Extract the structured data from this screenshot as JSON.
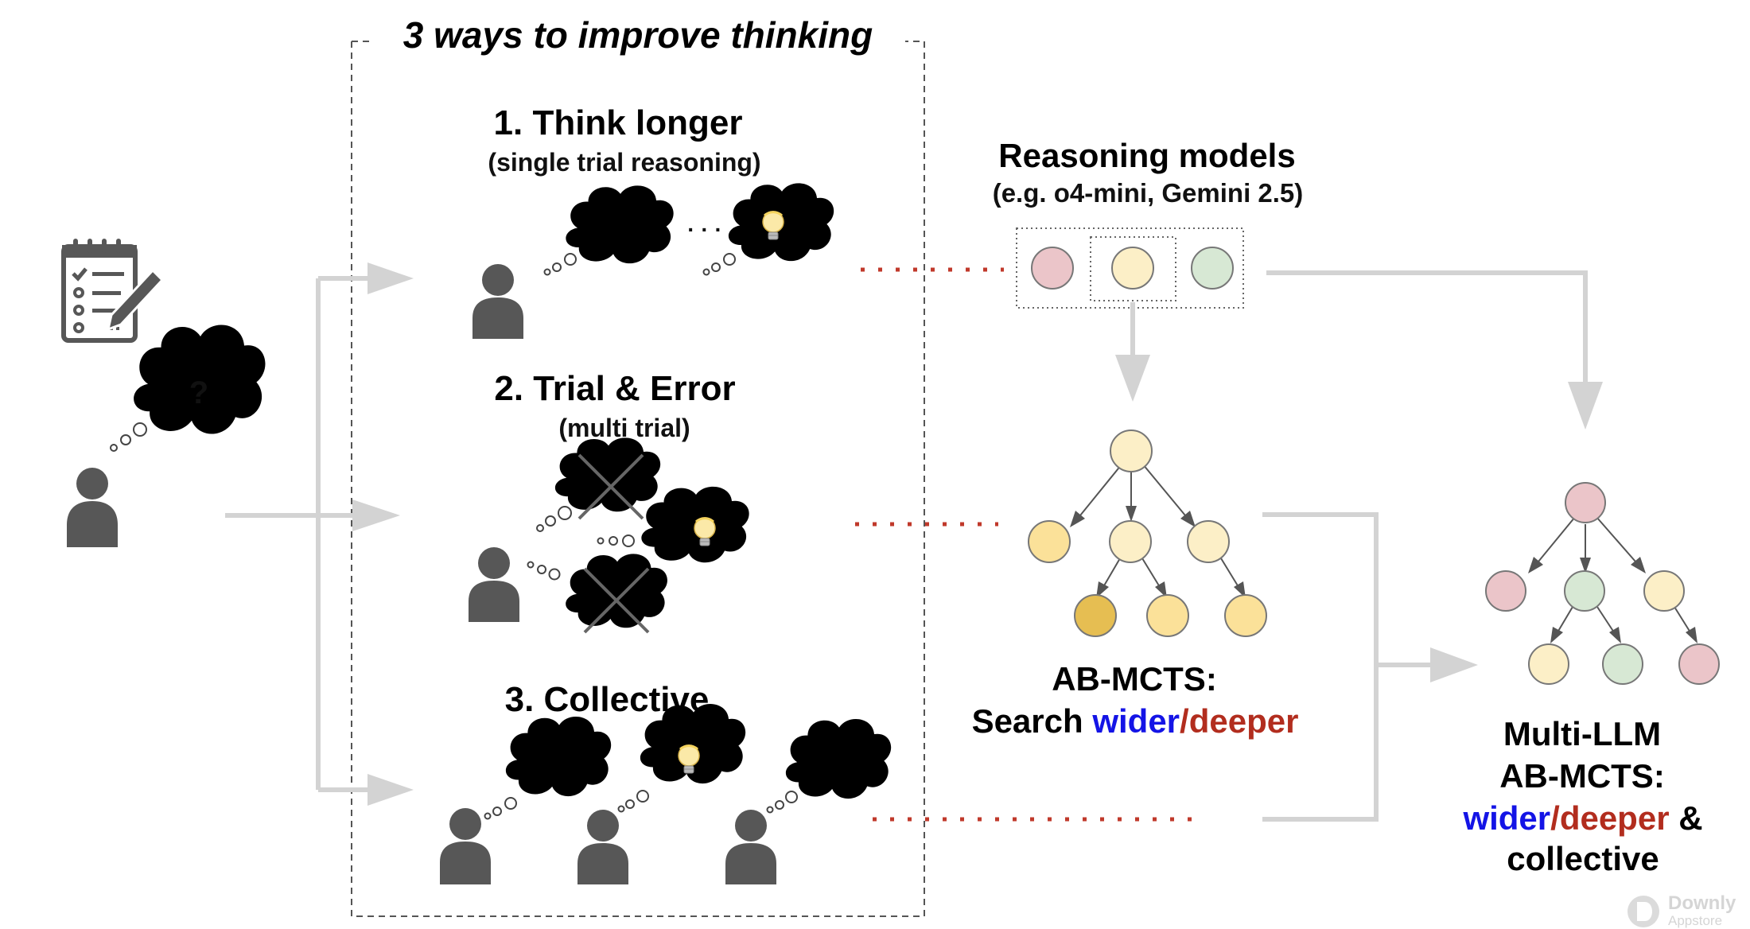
{
  "frame": {
    "title": "3 ways to improve thinking"
  },
  "methods": [
    {
      "title": "1. Think longer",
      "subtitle": "(single trial reasoning)"
    },
    {
      "title": "2. Trial & Error",
      "subtitle": "(multi trial)"
    },
    {
      "title": "3. Collective",
      "subtitle": ""
    }
  ],
  "question": {
    "symbol": "?",
    "ellipsis": "· · ·"
  },
  "reasoning": {
    "title": "Reasoning models",
    "subtitle": "(e.g. o4-mini, Gemini 2.5)"
  },
  "abmcts": {
    "line1": "AB-MCTS:",
    "line2_prefix": "Search ",
    "wider": "wider",
    "slash": "/",
    "deeper": "deeper"
  },
  "multi": {
    "line1": "Multi-LLM",
    "line2": "AB-MCTS:",
    "wider": "wider",
    "slash": "/",
    "deeper": "deeper",
    "amp": " &",
    "collective": "collective"
  },
  "watermark": {
    "line1": "Downly",
    "line2": "Appstore"
  },
  "colors": {
    "pink": "#ebc5c9",
    "cream": "#fcefc7",
    "green": "#d7e8d4",
    "yellow": "#fbe199",
    "gold": "#e6be52",
    "wider": "#1414e6",
    "deeper": "#b22d1e",
    "collective": "#9a36e8",
    "person": "#575757",
    "arrow": "#d3d3d3",
    "dots": "#c0392b"
  }
}
